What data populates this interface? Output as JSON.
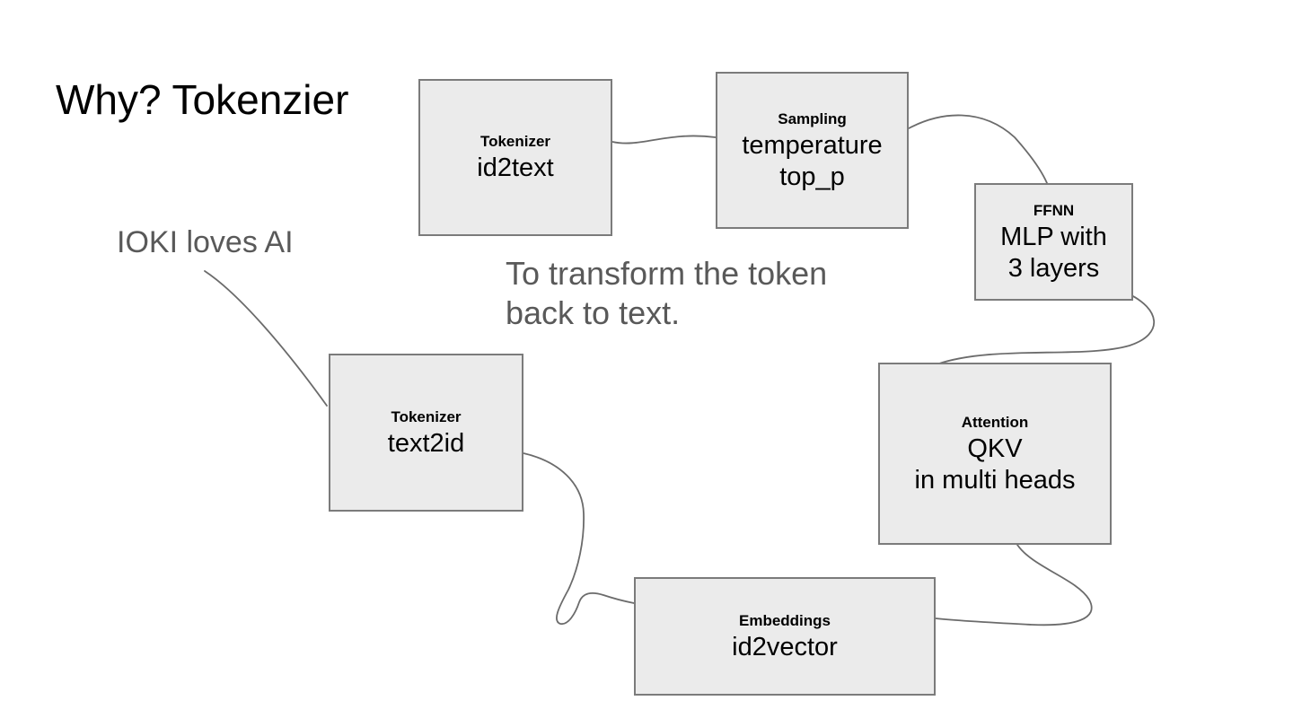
{
  "texts": {
    "title": "Why? Tokenzier",
    "annotation": "IOKI loves AI",
    "note_line1": "To transform the token",
    "note_line2": "back to text."
  },
  "nodes": [
    {
      "header": "Tokenizer",
      "line1": "id2text"
    },
    {
      "header": "Sampling",
      "line1": "temperature",
      "line2": "top_p"
    },
    {
      "header": "FFNN",
      "line1": "MLP with",
      "line2": "3 layers"
    },
    {
      "header": "Attention",
      "line1": "QKV",
      "line2": "in multi heads"
    },
    {
      "header": "Embeddings",
      "line1": "id2vector"
    },
    {
      "header": "Tokenizer",
      "line1": "text2id"
    }
  ],
  "colors": {
    "canvas_bg": "#ffffff",
    "box_fill": "#ebebeb",
    "box_border": "#7b7b7b",
    "connector": "#6b6b6b",
    "muted_text": "#595959",
    "title_text": "#000000"
  }
}
